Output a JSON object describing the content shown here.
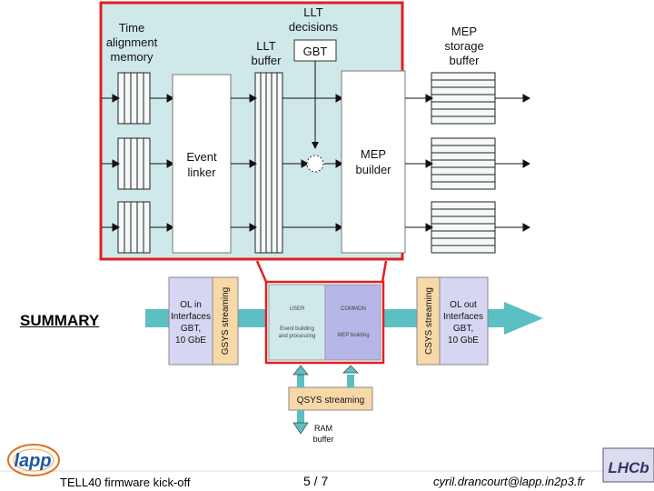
{
  "zoom": {
    "time_alignment": [
      "Time",
      "alignment",
      "memory"
    ],
    "llt_decisions": [
      "LLT",
      "decisions"
    ],
    "gbt": "GBT",
    "llt_buffer": [
      "LLT",
      "buffer"
    ],
    "mep_storage": [
      "MEP",
      "storage",
      "buffer"
    ],
    "event_linker": [
      "Event",
      "linker"
    ],
    "mep_builder": [
      "MEP",
      "builder"
    ]
  },
  "block": {
    "ol_in": [
      "OL in",
      "Interfaces",
      "GBT,",
      "10 GbE"
    ],
    "gsys_left": "GSYS streaming",
    "user": "USER",
    "common": "COMMON",
    "user_desc": [
      "Event building",
      "and processing"
    ],
    "common_desc": "MEP building",
    "csys_right": "CSYS streaming",
    "ol_out": [
      "OL out",
      "Interfaces",
      "GBT,",
      "10 GbE"
    ],
    "qsys": "QSYS streaming",
    "ram": [
      "RAM",
      "buffer"
    ]
  },
  "summary": "SUMMARY",
  "footer": {
    "left": "TELL40 firmware kick-off",
    "page": "5 / 7",
    "right": "cyril.drancourt@lapp.in2p3.fr"
  },
  "logos": {
    "left": "lapp",
    "right": "LHCb"
  }
}
